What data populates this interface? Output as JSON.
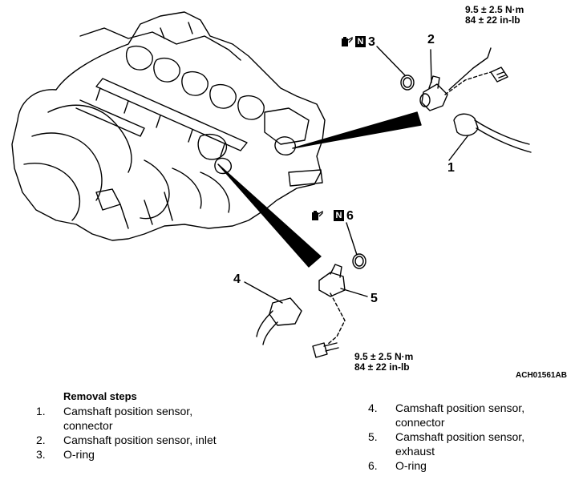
{
  "diagram": {
    "torque_top": [
      "9.5 ± 2.5 N·m",
      "84 ± 22 in-lb"
    ],
    "torque_bottom": [
      "9.5 ± 2.5 N·m",
      "84 ± 22 in-lb"
    ],
    "callouts": [
      "1",
      "2",
      "3",
      "4",
      "5",
      "6"
    ],
    "nbox_label": "N",
    "figure_code": "ACH01561AB",
    "icons": [
      "oil-can-icon",
      "engine-outline",
      "sensor-inlet",
      "sensor-exhaust",
      "connector",
      "bolt",
      "o-ring"
    ]
  },
  "removal": {
    "title": "Removal steps",
    "steps": [
      {
        "num": "1.",
        "text": "Camshaft position sensor, connector"
      },
      {
        "num": "2.",
        "text": "Camshaft position sensor, inlet"
      },
      {
        "num": "3.",
        "text": "O-ring"
      },
      {
        "num": "4.",
        "text": "Camshaft position sensor, connector"
      },
      {
        "num": "5.",
        "text": "Camshaft position sensor, exhaust"
      },
      {
        "num": "6.",
        "text": "O-ring"
      }
    ]
  }
}
